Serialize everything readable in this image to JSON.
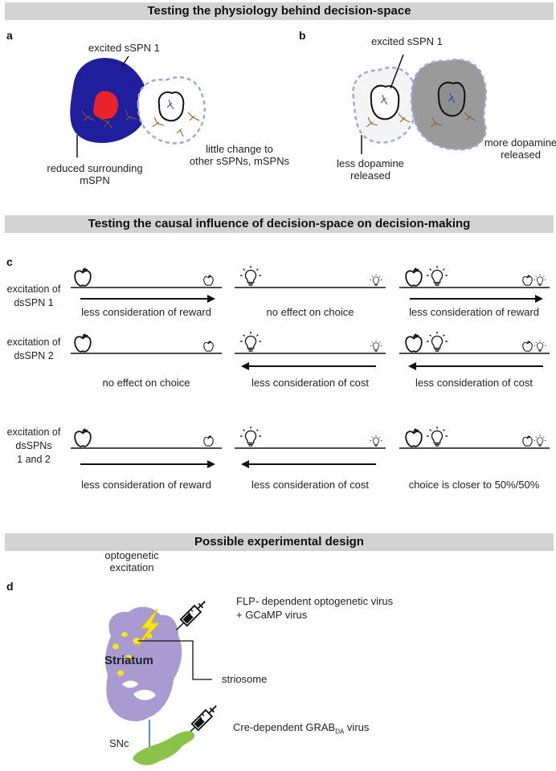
{
  "banners": {
    "physiology": "Testing the physiology behind decision-space",
    "causal": "Testing the causal influence of decision-space on decision-making",
    "design": "Possible experimental design"
  },
  "panel_a": {
    "letter": "a",
    "excited_label": "excited sSPN 1",
    "reduced_line1": "reduced surrounding",
    "reduced_line2": "mSPN",
    "little_line1": "little change to",
    "little_line2": "other sSPNs, mSPNs"
  },
  "panel_b": {
    "letter": "b",
    "excited_label": "excited sSPN 1",
    "less_line1": "less dopamine",
    "less_line2": "released",
    "more_line1": "more dopamine",
    "more_line2": "released"
  },
  "panel_c": {
    "letter": "c",
    "rows": [
      {
        "label_line1": "excitation of",
        "label_line2": "dsSPN 1",
        "label_line3": "",
        "cells": [
          "less consideration of reward",
          "no effect on choice",
          "less consideration of reward"
        ]
      },
      {
        "label_line1": "excitation of",
        "label_line2": "dsSPN 2",
        "label_line3": "",
        "cells": [
          "no effect on choice",
          "less consideration of cost",
          "less consideration of cost"
        ]
      },
      {
        "label_line1": "excitation of",
        "label_line2": "dsSPNs",
        "label_line3": "1 and 2",
        "cells": [
          "less consideration of reward",
          "less consideration of cost",
          "choice is closer to 50%/50%"
        ]
      }
    ]
  },
  "panel_d": {
    "letter": "d",
    "opto_line1": "optogenetic",
    "opto_line2": "excitation",
    "flp_line1": "FLP- dependent optogenetic virus",
    "flp_line2": "+ GCaMP virus",
    "striatum": "Striatum",
    "striosome": "striosome",
    "snc": "SNc",
    "cre_prefix": "Cre-dependent GRAB",
    "cre_sub": "DA",
    "cre_suffix": " virus"
  },
  "colors": {
    "banner_bg": "#d3d3d3",
    "navy_blob": "#1f1f9e",
    "red_spot": "#e8232a",
    "dashed_outline": "#a5a5d6",
    "gray_blob": "#9a9a9a",
    "light_blob": "#f4f4f4",
    "striatum": "#a99bd2",
    "snc": "#8bc34a",
    "bolt": "#f5e61c",
    "neuron_brown": "#8a5a32"
  }
}
